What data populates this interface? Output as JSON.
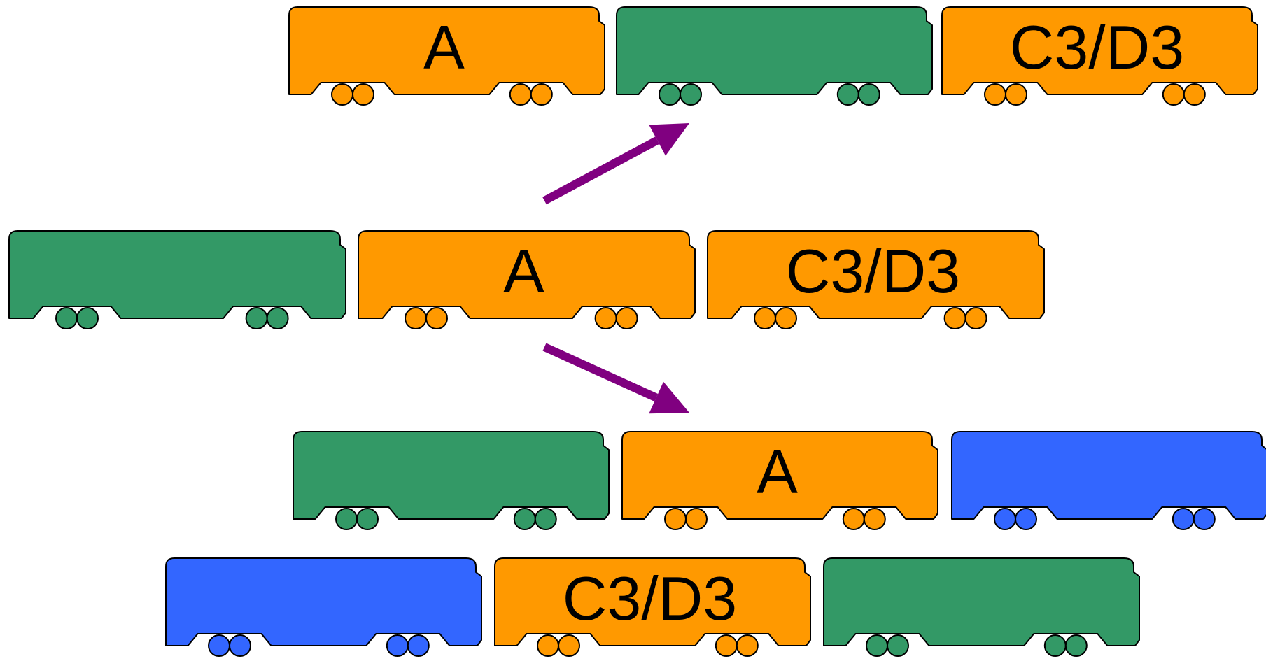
{
  "colors": {
    "orange": "#FF9900",
    "green": "#339966",
    "blue": "#3366FF",
    "arrow": "#800080",
    "outline": "#000000"
  },
  "rows": [
    {
      "name": "top-row",
      "cars": [
        {
          "color": "orange",
          "label": "A"
        },
        {
          "color": "green",
          "label": ""
        },
        {
          "color": "orange",
          "label": "C3/D3"
        }
      ]
    },
    {
      "name": "middle-row",
      "cars": [
        {
          "color": "green",
          "label": ""
        },
        {
          "color": "orange",
          "label": "A"
        },
        {
          "color": "orange",
          "label": "C3/D3"
        }
      ]
    },
    {
      "name": "lower-row-1",
      "cars": [
        {
          "color": "green",
          "label": ""
        },
        {
          "color": "orange",
          "label": "A"
        },
        {
          "color": "blue",
          "label": ""
        }
      ]
    },
    {
      "name": "lower-row-2",
      "cars": [
        {
          "color": "blue",
          "label": ""
        },
        {
          "color": "orange",
          "label": "C3/D3"
        },
        {
          "color": "green",
          "label": ""
        }
      ]
    }
  ],
  "arrows": [
    {
      "name": "arrow-up",
      "direction": "up-right"
    },
    {
      "name": "arrow-down",
      "direction": "down-right"
    }
  ]
}
